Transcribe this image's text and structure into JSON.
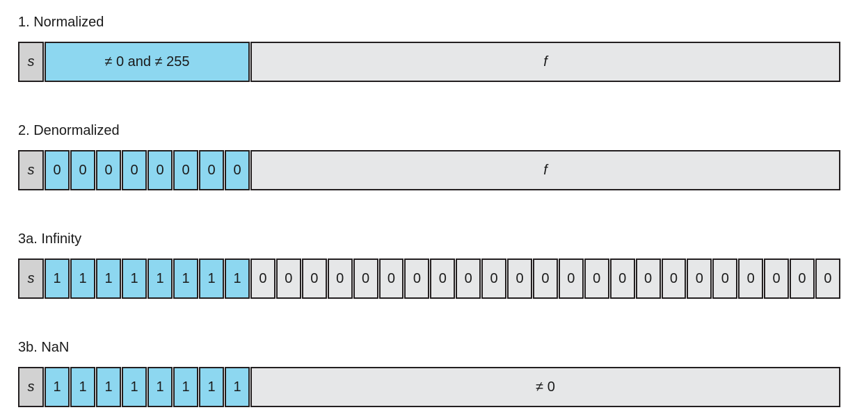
{
  "figure": {
    "colors": {
      "sign_fill": "#d2d2d2",
      "exponent_fill": "#8dd7f0",
      "fraction_fill": "#e6e7e8",
      "border": "#231f20"
    },
    "sections": [
      {
        "id": "normalized",
        "label": "1. Normalized",
        "sign_label": "s",
        "exponent": {
          "text": "≠ 0 and ≠ 255",
          "italic": false
        },
        "fraction": {
          "text": "f",
          "italic": true
        }
      },
      {
        "id": "denormalized",
        "label": "2. Denormalized",
        "sign_label": "s",
        "exponent": {
          "bits": [
            "0",
            "0",
            "0",
            "0",
            "0",
            "0",
            "0",
            "0"
          ]
        },
        "fraction": {
          "text": "f",
          "italic": true
        }
      },
      {
        "id": "infinity",
        "label": "3a. Infinity",
        "sign_label": "s",
        "exponent": {
          "bits": [
            "1",
            "1",
            "1",
            "1",
            "1",
            "1",
            "1",
            "1"
          ]
        },
        "fraction": {
          "bits": [
            "0",
            "0",
            "0",
            "0",
            "0",
            "0",
            "0",
            "0",
            "0",
            "0",
            "0",
            "0",
            "0",
            "0",
            "0",
            "0",
            "0",
            "0",
            "0",
            "0",
            "0",
            "0",
            "0"
          ]
        }
      },
      {
        "id": "nan",
        "label": "3b. NaN",
        "sign_label": "s",
        "exponent": {
          "bits": [
            "1",
            "1",
            "1",
            "1",
            "1",
            "1",
            "1",
            "1"
          ]
        },
        "fraction": {
          "text": "≠ 0",
          "italic": false
        }
      }
    ]
  }
}
